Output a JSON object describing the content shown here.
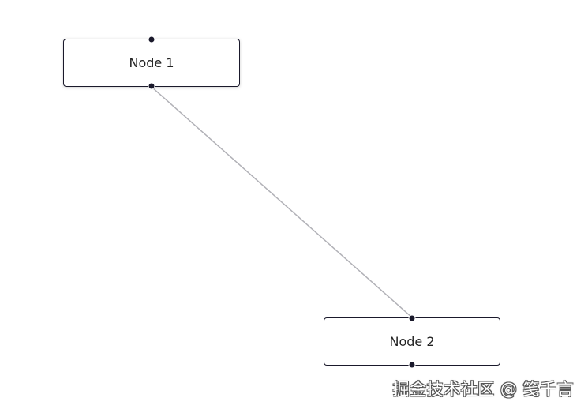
{
  "nodes": [
    {
      "id": "1",
      "label": "Node 1"
    },
    {
      "id": "2",
      "label": "Node 2"
    }
  ],
  "edges": [
    {
      "source": "1",
      "target": "2"
    }
  ],
  "colors": {
    "node_border": "#1a192b",
    "handle": "#1a192b",
    "edge": "#b1b1b7",
    "background": "#ffffff"
  },
  "watermark": "掘金技术社区 @ 笺千言"
}
